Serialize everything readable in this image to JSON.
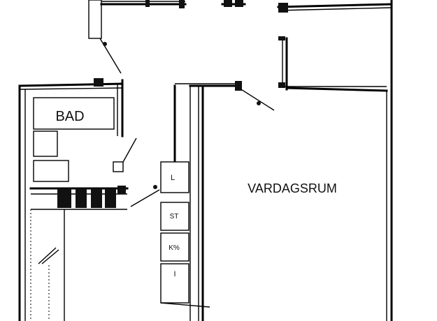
{
  "rooms": {
    "bad": "BAD",
    "vardagsrum": "VARDAGSRUM"
  },
  "wardrobes": {
    "l": "L",
    "st": "ST",
    "kl": "K%",
    "i": "I"
  },
  "colors": {
    "line": "#000000",
    "background": "#ffffff"
  }
}
